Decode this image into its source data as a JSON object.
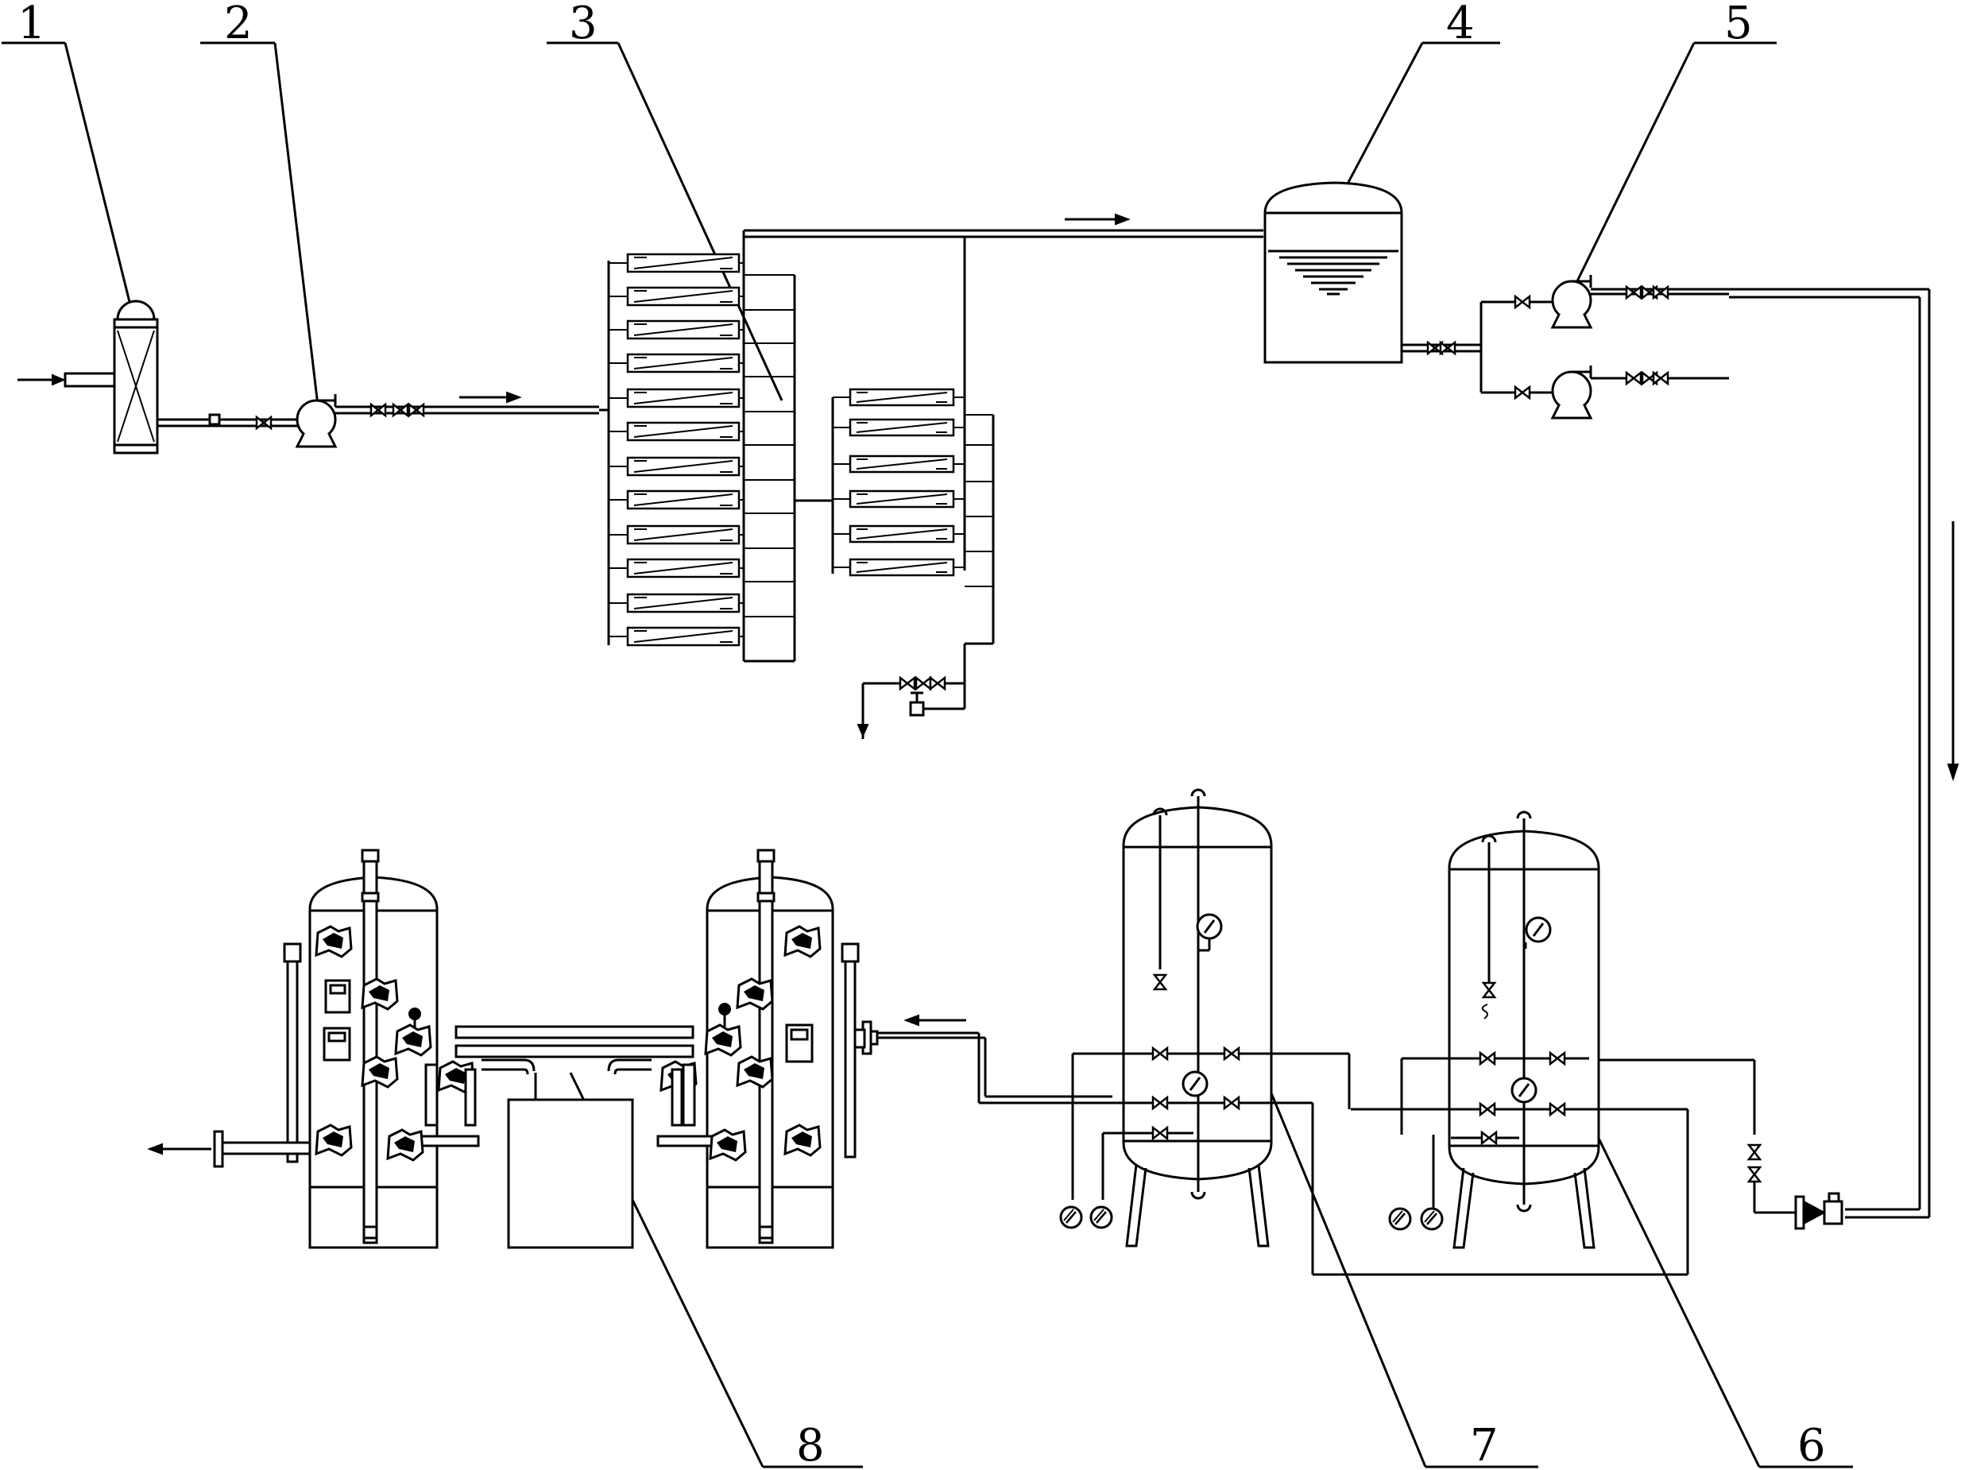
{
  "diagram": {
    "type": "process-flow-schematic",
    "callouts": [
      {
        "id": "1",
        "label": "1"
      },
      {
        "id": "2",
        "label": "2"
      },
      {
        "id": "3",
        "label": "3"
      },
      {
        "id": "4",
        "label": "4"
      },
      {
        "id": "5",
        "label": "5"
      },
      {
        "id": "6",
        "label": "6"
      },
      {
        "id": "7",
        "label": "7"
      },
      {
        "id": "8",
        "label": "8"
      }
    ],
    "colors": {
      "line": "#000000",
      "background": "#ffffff"
    }
  }
}
